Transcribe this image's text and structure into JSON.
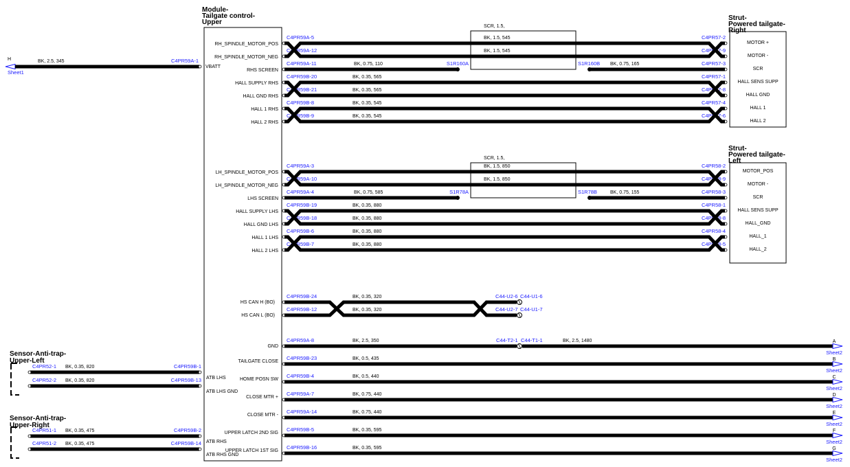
{
  "colors": {
    "wire": "#000000",
    "connector_text": "#1a1aff",
    "background": "#ffffff"
  },
  "module": {
    "title": [
      "Module-",
      "Tailgate control-",
      "Upper"
    ]
  },
  "strut_right": {
    "title": [
      "Strut-",
      "Powered tailgate-",
      "Right"
    ],
    "pins": [
      "MOTOR +",
      "MOTOR -",
      "SCR",
      "HALL SENS SUPP",
      "HALL GND",
      "HALL 1",
      "HALL 2"
    ]
  },
  "strut_left": {
    "title": [
      "Strut-",
      "Powered tailgate-",
      "Left"
    ],
    "pins": [
      "MOTOR_POS",
      "MOTOR -",
      "SCR",
      "HALL SENS SUPP",
      "HALL_GND",
      "HALL_1",
      "HALL_2"
    ]
  },
  "vbatt": {
    "ref": "H",
    "sheet": "Sheet1",
    "wire": "BK,  2.5,  345",
    "conn": "C4PR59A-1",
    "pin": "VBATT"
  },
  "right_group": {
    "scr_label": "SCR,  1.5,",
    "twisted_wires": [
      "BK,  1.5,  545",
      "BK,  1.5,  545"
    ],
    "rows": [
      {
        "pin": "RH_SPINDLE_MOTOR_POS",
        "left_conn": "C4PR59A-5",
        "right_conn": "C4PR57-2"
      },
      {
        "pin": "RH_SPINDLE_MOTOR_NEG",
        "left_conn": "C4PR59A-12",
        "right_conn": "C4PR57-9"
      },
      {
        "pin": "RHS SCREEN",
        "left_conn": "C4PR59A-11",
        "wire": "BK,  0.75,  110",
        "splice_a": "S1R160A",
        "splice_b": "S1R160B",
        "wire_b": "BK,  0.75,  165",
        "right_conn": "C4PR57-3"
      },
      {
        "pin": "HALL SUPPLY RHS",
        "left_conn": "C4PR59B-20",
        "wire": "BK,  0.35,  565",
        "right_conn": "C4PR57-1"
      },
      {
        "pin": "HALL GND RHS",
        "left_conn": "C4PR59B-21",
        "wire": "BK,  0.35,  565",
        "right_conn": "C4PR57-8"
      },
      {
        "pin": "HALL 1 RHS",
        "left_conn": "C4PR59B-8",
        "wire": "BK,  0.35,  545",
        "right_conn": "C4PR57-4"
      },
      {
        "pin": "HALL 2 RHS",
        "left_conn": "C4PR59B-9",
        "wire": "BK,  0.35,  545",
        "right_conn": "C4PR57-6"
      }
    ]
  },
  "left_group": {
    "scr_label": "SCR,  1.5,",
    "twisted_wires": [
      "BK,  1.5,  850",
      "BK,  1.5,  850"
    ],
    "rows": [
      {
        "pin": "LH_SPINDLE_MOTOR_POS",
        "left_conn": "C4PR59A-3",
        "right_conn": "C4PR58-2"
      },
      {
        "pin": "LH_SPINDLE_MOTOR_NEG",
        "left_conn": "C4PR59A-10",
        "right_conn": "C4PR58-9"
      },
      {
        "pin": "LHS SCREEN",
        "left_conn": "C4PR59A-4",
        "wire": "BK,  0.75,  585",
        "splice_a": "S1R78A",
        "splice_b": "S1R78B",
        "wire_b": "BK,  0.75,  155",
        "right_conn": "C4PR58-3"
      },
      {
        "pin": "HALL SUPPLY LHS",
        "left_conn": "C4PR59B-19",
        "wire": "BK,  0.35,  880",
        "right_conn": "C4PR58-1"
      },
      {
        "pin": "HALL GND LHS",
        "left_conn": "C4PR59B-18",
        "wire": "BK,  0.35,  880",
        "right_conn": "C4PR58-8"
      },
      {
        "pin": "HALL 1 LHS",
        "left_conn": "C4PR59B-6",
        "wire": "BK,  0.35,  880",
        "right_conn": "C4PR58-4"
      },
      {
        "pin": "HALL 2 LHS",
        "left_conn": "C4PR59B-7",
        "wire": "BK,  0.35,  880",
        "right_conn": "C4PR58-5"
      }
    ]
  },
  "can": [
    {
      "pin": "HS CAN H (BO)",
      "conn": "C4PR59B-24",
      "wire": "BK,  0.35,  320",
      "inline_a": "C44-U2-6",
      "inline_b": "C44-U1-6"
    },
    {
      "pin": "HS CAN L (BO)",
      "conn": "C4PR59B-12",
      "wire": "BK,  0.35,  320",
      "inline_a": "C44-U2-7",
      "inline_b": "C44-U1-7"
    }
  ],
  "outputs": [
    {
      "pin": "GND",
      "conn": "C4PR59A-8",
      "wire": "BK,  2.5,  350",
      "inline_a": "C44-T2-1",
      "inline_b": "C44-T1-1",
      "wire_b": "BK,  2.5,  1480",
      "ref": "A",
      "sheet": "Sheet2"
    },
    {
      "pin": "TAILGATE CLOSE",
      "conn": "C4PR59B-23",
      "wire": "BK,  0.5,  435",
      "ref": "B",
      "sheet": "Sheet2"
    },
    {
      "pin": "HOME POSN SW",
      "conn": "C4PR59B-4",
      "wire": "BK,  0.5,  440",
      "ref": "C",
      "sheet": "Sheet2"
    },
    {
      "pin": "CLOSE MTR +",
      "conn": "C4PR59A-7",
      "wire": "BK,  0.75,  440",
      "ref": "D",
      "sheet": "Sheet2"
    },
    {
      "pin": "CLOSE MTR -",
      "conn": "C4PR59A-14",
      "wire": "BK,  0.75,  440",
      "ref": "E",
      "sheet": "Sheet2"
    },
    {
      "pin": "UPPER LATCH 2ND SIG",
      "conn": "C4PR59B-5",
      "wire": "BK,  0.35,  595",
      "ref": "F",
      "sheet": "Sheet2"
    },
    {
      "pin": "UPPER LATCH 1ST SIG",
      "conn": "C4PR59B-16",
      "wire": "BK,  0.35,  595",
      "ref": "G",
      "sheet": "Sheet2"
    }
  ],
  "sensor_left": {
    "title": [
      "Sensor-Anti-trap-",
      "Upper-Left"
    ],
    "rows": [
      {
        "conn": "C4PR52-1",
        "wire": "BK,  0.35,  820",
        "module_conn": "C4PR59B-1",
        "pin": "ATB LHS"
      },
      {
        "conn": "C4PR52-2",
        "wire": "BK,  0.35,  820",
        "module_conn": "C4PR59B-13",
        "pin": "ATB LHS GND"
      }
    ]
  },
  "sensor_right": {
    "title": [
      "Sensor-Anti-trap-",
      "Upper-Right"
    ],
    "rows": [
      {
        "conn": "C4PR51-1",
        "wire": "BK,  0.35,  475",
        "module_conn": "C4PR59B-2",
        "pin": "ATB RHS"
      },
      {
        "conn": "C4PR51-2",
        "wire": "BK,  0.35,  475",
        "module_conn": "C4PR59B-14",
        "pin": "ATB RHS GND"
      }
    ]
  }
}
